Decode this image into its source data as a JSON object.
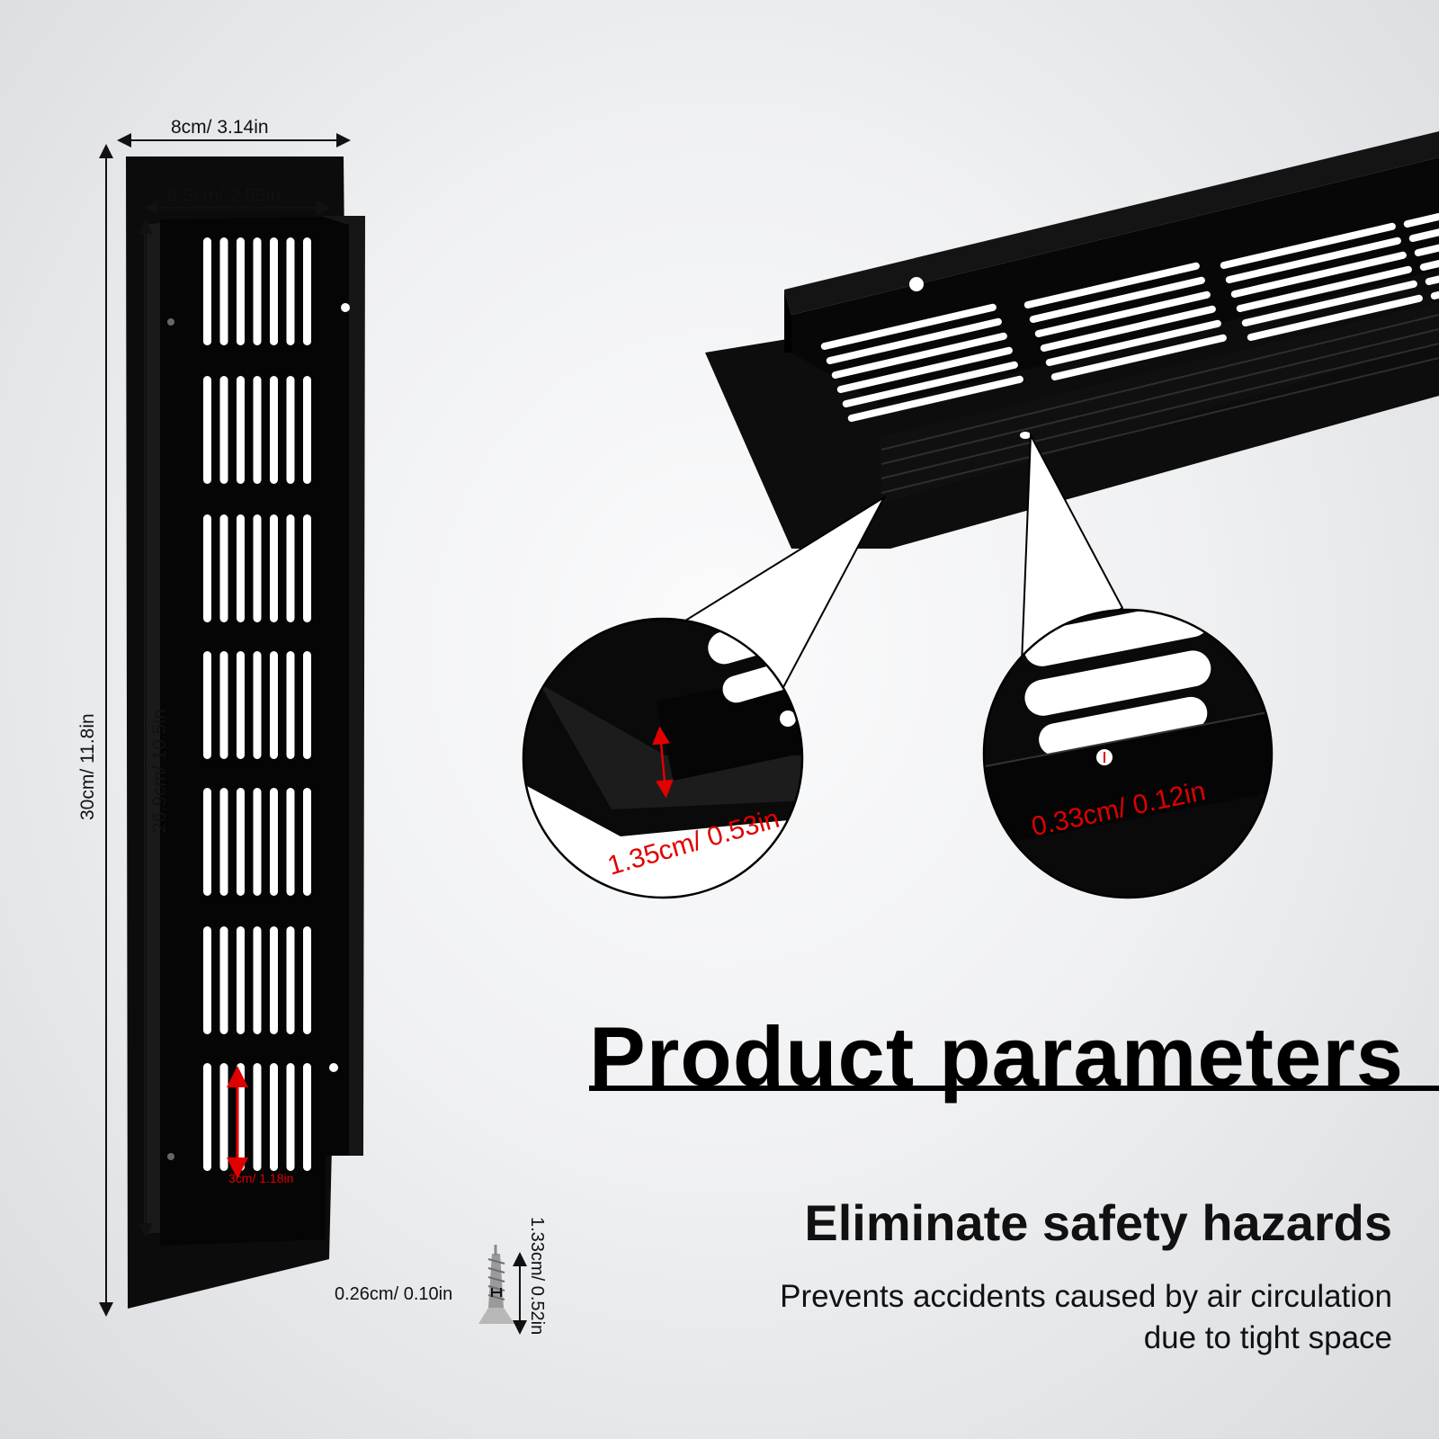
{
  "title": "Product parameters",
  "subtitle": "Eliminate safety hazards",
  "description": {
    "line1": "Prevents accidents caused by air circulation",
    "line2": "due to tight space"
  },
  "dimensions": {
    "outer_width": "8cm/ 3.14in",
    "inner_width": "6.5cm/ 2.55in",
    "outer_length": "30cm/ 11.8in",
    "inner_length": "26.9cm/ 10.5in",
    "slot_length": "3cm/ 1.18in",
    "flange_height": "1.35cm/ 0.53in",
    "hole_diameter": "0.33cm/ 0.12in",
    "screw_diameter": "0.26cm/ 0.10in",
    "screw_length": "1.33cm/ 0.52in"
  },
  "colors": {
    "product": "#0a0a0a",
    "annotation_red": "#e00000",
    "background": "#f0f1f3"
  }
}
